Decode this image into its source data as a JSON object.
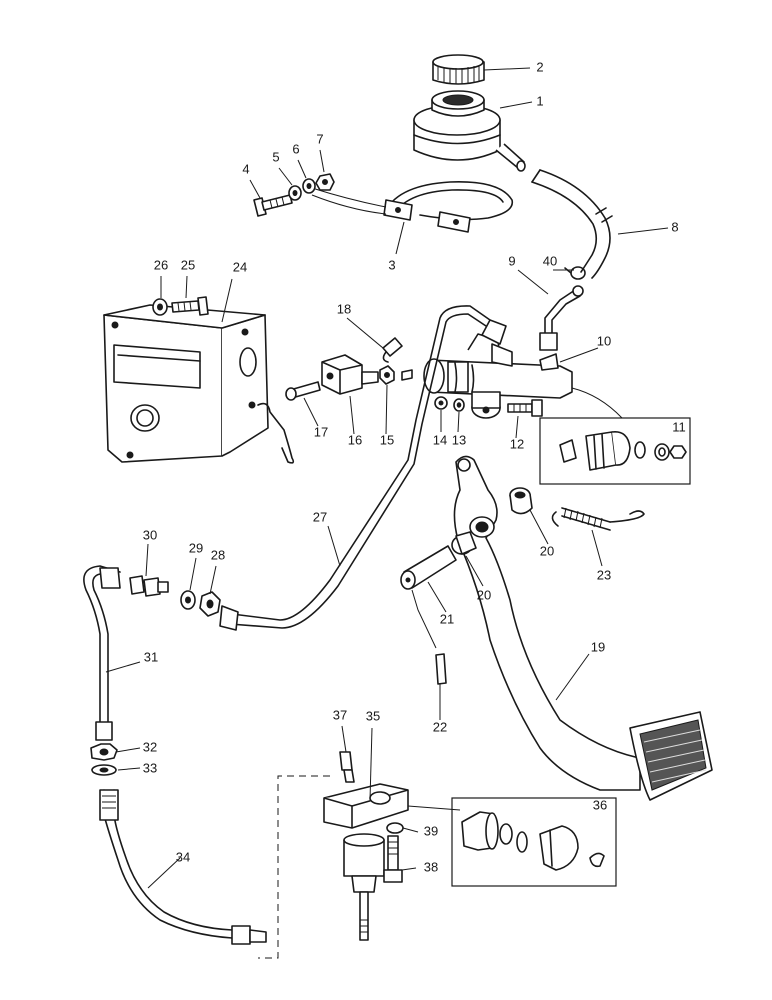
{
  "callouts": {
    "c1": "1",
    "c2": "2",
    "c3": "3",
    "c4": "4",
    "c5": "5",
    "c6": "6",
    "c7": "7",
    "c8": "8",
    "c9": "9",
    "c10": "10",
    "c11": "11",
    "c12": "12",
    "c13": "13",
    "c14": "14",
    "c15": "15",
    "c16": "16",
    "c17": "17",
    "c18": "18",
    "c19": "19",
    "c20a": "20",
    "c20b": "20",
    "c21": "21",
    "c22": "22",
    "c23": "23",
    "c24": "24",
    "c25": "25",
    "c26": "26",
    "c27": "27",
    "c28": "28",
    "c29": "29",
    "c30": "30",
    "c31": "31",
    "c32": "32",
    "c33": "33",
    "c34": "34",
    "c35": "35",
    "c36": "36",
    "c37": "37",
    "c38": "38",
    "c39": "39",
    "c40": "40"
  }
}
